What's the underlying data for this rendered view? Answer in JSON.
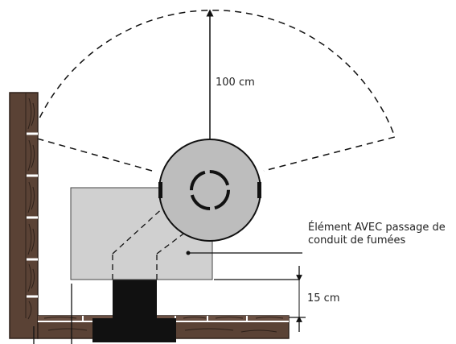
{
  "labels": {
    "clearance_top": "100 cm",
    "element_line1": "Élément AVEC passage de",
    "element_line2": "conduit de fumées",
    "clearance_bottom": "15 cm"
  },
  "colors": {
    "wood": "#5a4235",
    "wood_grain": "#2e211a",
    "box_fill": "#d0d0d0",
    "stove_fill": "#bdbdbd",
    "black": "#111111"
  }
}
